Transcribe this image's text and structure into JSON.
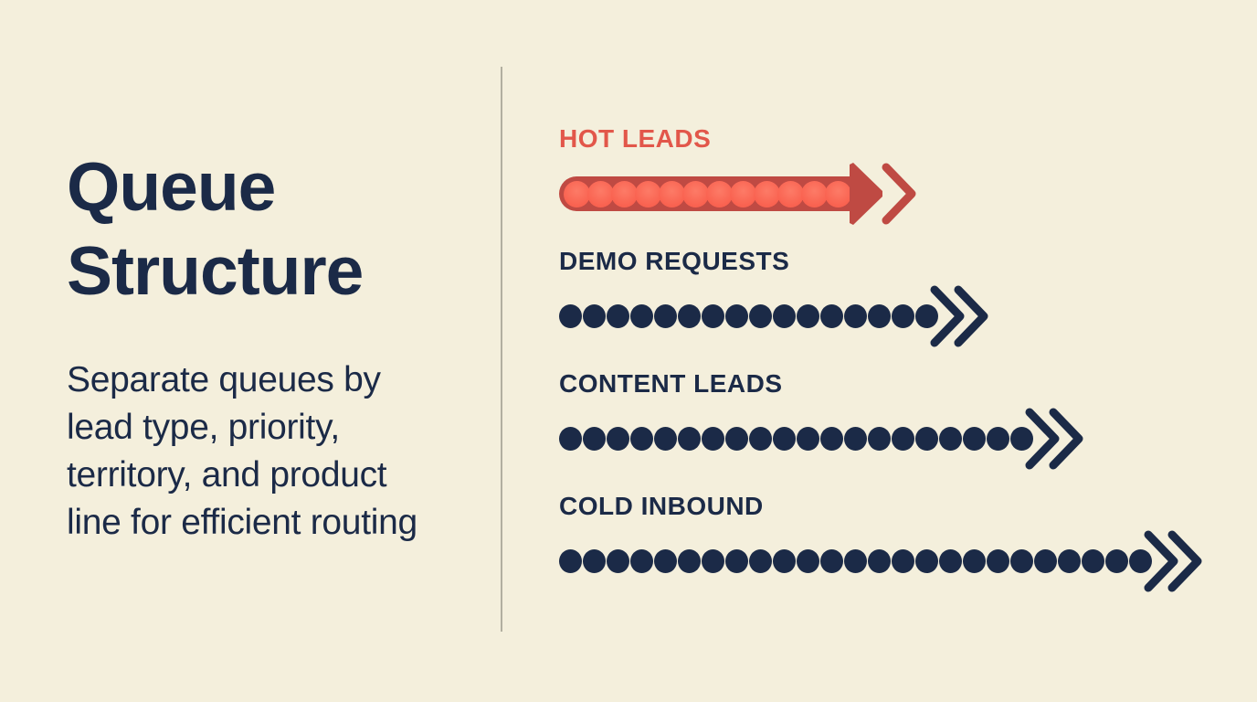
{
  "slide": {
    "title_line1": "Queue",
    "title_line2": "Structure",
    "description_lines": [
      "Separate queues by",
      "lead type, priority,",
      "territory, and product",
      "line for efficient routing"
    ]
  },
  "queues": [
    {
      "id": "hot-leads",
      "label": "HOT LEADS",
      "dots": 12,
      "style": "hot"
    },
    {
      "id": "demo-requests",
      "label": "DEMO REQUESTS",
      "dots": 16,
      "style": "navy"
    },
    {
      "id": "content-leads",
      "label": "CONTENT LEADS",
      "dots": 20,
      "style": "navy"
    },
    {
      "id": "cold-inbound",
      "label": "COLD INBOUND",
      "dots": 25,
      "style": "navy"
    }
  ],
  "colors": {
    "background": "#f4efdc",
    "navy": "#1b2a47",
    "red_label": "#e2574a",
    "red_bar": "#bf4a43",
    "red_dot": "#f96250",
    "divider": "#b2afa0"
  }
}
